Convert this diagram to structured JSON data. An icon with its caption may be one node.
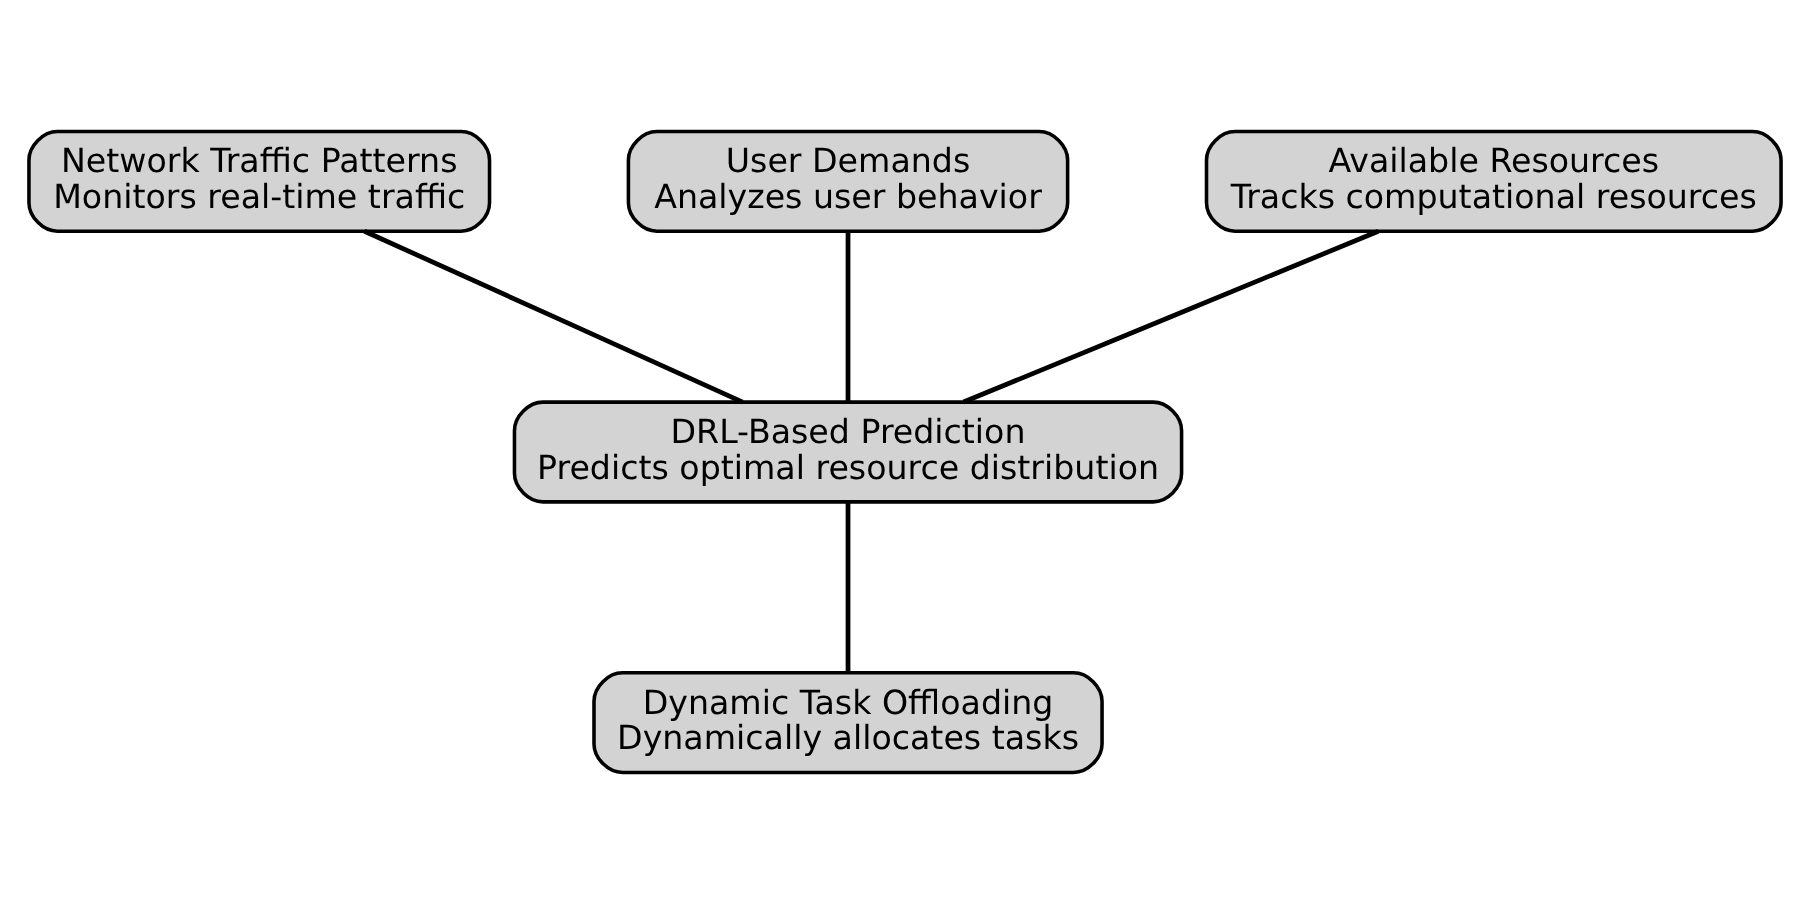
{
  "diagram": {
    "nodes": [
      {
        "text": [
          "Network Traffic Patterns",
          "Monitors real-time traffic"
        ]
      },
      {
        "text": [
          "User Demands",
          "Analyzes user behavior"
        ]
      },
      {
        "text": [
          "Available Resources",
          "Tracks computational resources"
        ]
      },
      {
        "text": [
          "DRL-Based Prediction",
          "Predicts optimal resource distribution"
        ]
      },
      {
        "text": [
          "Dynamic Task Offloading",
          "Dynamically allocates tasks"
        ]
      }
    ],
    "edges": [
      {
        "from": 0,
        "to": 3,
        "arrow": "none"
      },
      {
        "from": 1,
        "to": 3,
        "arrow": "none"
      },
      {
        "from": 2,
        "to": 3,
        "arrow": "none"
      },
      {
        "from": 3,
        "to": 4,
        "arrow": "none"
      }
    ]
  }
}
